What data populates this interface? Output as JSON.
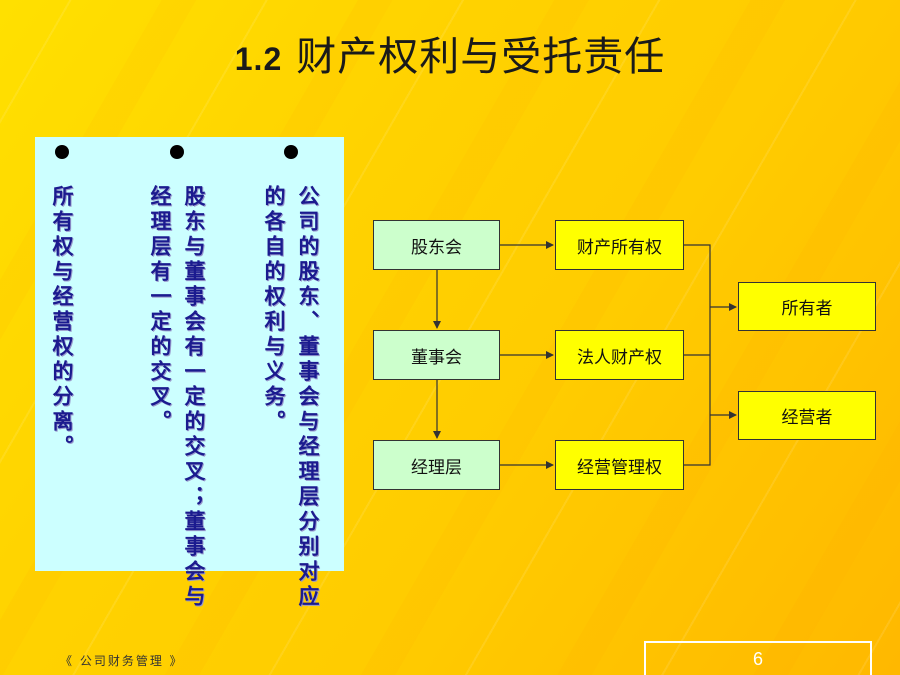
{
  "slide": {
    "title_num": "1.2",
    "title_text": "财产权利与受托责任"
  },
  "textbox": {
    "col1": "公司的股东、董事会与经理层分别对应的各自的权利与义务。",
    "col2": "股东与董事会有一定的交叉；董事会与经理层有一定的交叉。",
    "col3": "所有权与经营权的分离。"
  },
  "diagram": {
    "n1": "股东会",
    "n2": "董事会",
    "n3": "经理层",
    "r1": "财产所有权",
    "r2": "法人财产权",
    "r3": "经营管理权",
    "o1": "所有者",
    "o2": "经营者"
  },
  "footer": {
    "course": "《 公司财务管理 》",
    "page": "6"
  }
}
